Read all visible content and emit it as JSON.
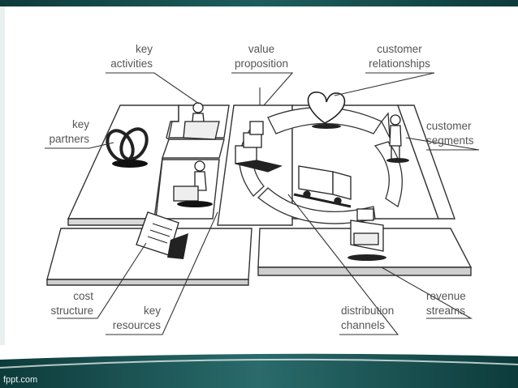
{
  "labels": {
    "key_activities": [
      "key",
      "activities"
    ],
    "value_proposition": [
      "value",
      "proposition"
    ],
    "customer_relationships": [
      "customer",
      "relationships"
    ],
    "key_partners": [
      "key",
      "partners"
    ],
    "customer_segments": [
      "customer",
      "segments"
    ],
    "cost_structure": [
      "cost",
      "structure"
    ],
    "key_resources": [
      "key",
      "resources"
    ],
    "distribution_channels": [
      "distribution",
      "channels"
    ],
    "revenue_streams": [
      "revenue",
      "streams"
    ]
  },
  "footer": {
    "text": "fppt.com"
  },
  "colors": {
    "header": "#1f5d5d",
    "footer": "#1f5d5d",
    "line": "#333333",
    "label": "#555555"
  },
  "icons": [
    "rings-icon",
    "worker-icon",
    "gift-boxes-icon",
    "heart-icon",
    "truck-icon",
    "person-icon",
    "cash-register-icon",
    "document-icon",
    "cart-icon"
  ]
}
